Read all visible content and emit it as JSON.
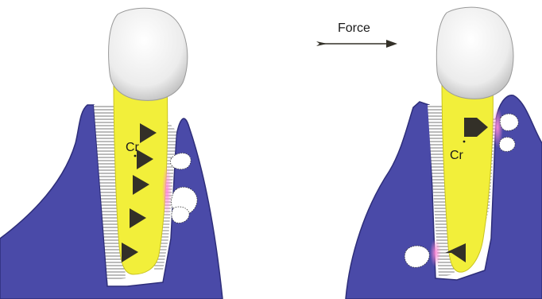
{
  "force_label": "Force",
  "left_panel": {
    "center_label": "Cr"
  },
  "right_panel": {
    "center_label": "Cr"
  },
  "colors": {
    "bone": "#4a4aa8",
    "bone_edge": "#2e2e7a",
    "root": "#f2ef3a",
    "crown": "#f1f1f1",
    "arrow": "#333028",
    "resorption": "#d86ac8"
  }
}
